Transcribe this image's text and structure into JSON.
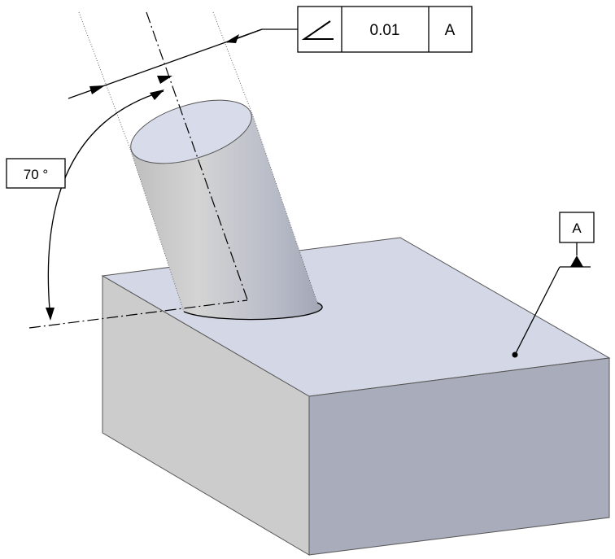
{
  "feature_control_frame": {
    "symbol_icon": "angularity-icon",
    "tolerance": "0.01",
    "datum_ref": "A"
  },
  "angle_dimension": {
    "label": "70 °"
  },
  "datum_feature": {
    "label": "A"
  },
  "colors": {
    "line": "#000000",
    "block_top": "#d4d8e6",
    "block_front": "#a9adbb",
    "block_left": "#cccccc",
    "cylinder_top": "#d8dcea"
  }
}
